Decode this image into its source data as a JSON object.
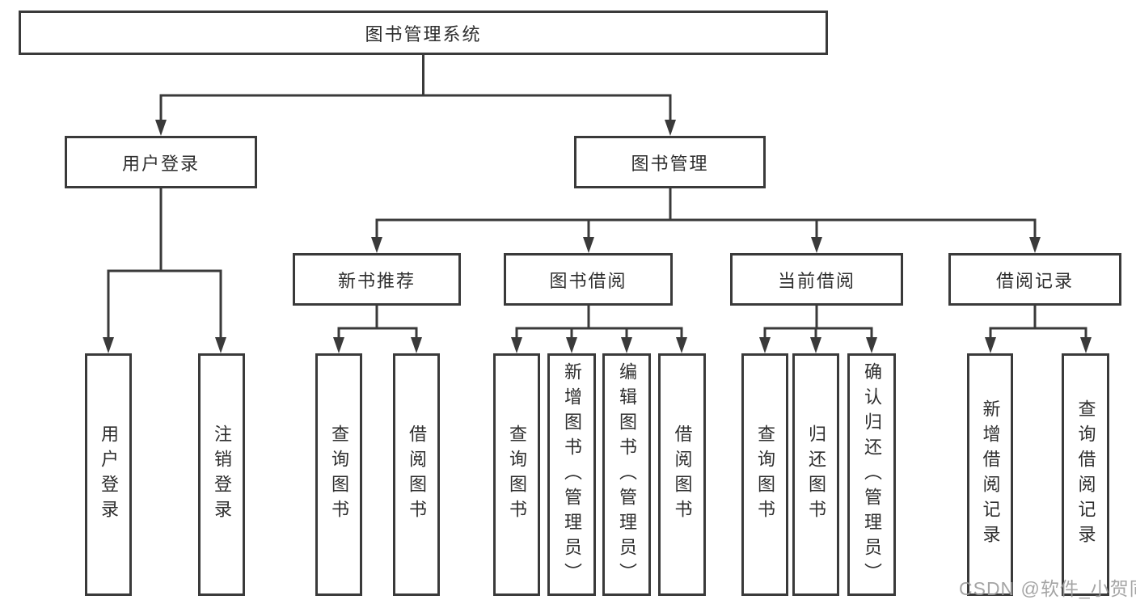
{
  "diagram": {
    "type": "tree",
    "title": "图书管理系统"
  },
  "colors": {
    "line": "#3a3a3a",
    "box_border": "#3a3a3a",
    "box_background": "#ffffff",
    "text": "#2e2e2e",
    "watermark": "#9c9c9c",
    "background": "#ffffff"
  },
  "watermark": "CSDN @软件_小贺同学",
  "nodes": {
    "root": "图书管理系统",
    "user_login": "用户登录",
    "book_management": "图书管理",
    "new_book_recommend": "新书推荐",
    "book_borrowing": "图书借阅",
    "current_borrowing": "当前借阅",
    "borrowing_records": "借阅记录",
    "leaf_user_login": "用户登录",
    "leaf_logout": "注销登录",
    "leaf_query_books_recommend": "查询图书",
    "leaf_borrow_books_recommend": "借阅图书",
    "leaf_query_books_borrowing": "查询图书",
    "leaf_add_books_admin": "新增图书（管理员）",
    "leaf_edit_books_admin": "编辑图书（管理员）",
    "leaf_borrow_books_borrowing": "借阅图书",
    "leaf_query_books_current": "查询图书",
    "leaf_return_books": "归还图书",
    "leaf_confirm_return_admin": "确认归还（管理员）",
    "leaf_add_borrow_record": "新增借阅记录",
    "leaf_query_borrow_record": "查询借阅记录"
  },
  "hierarchy": {
    "图书管理系统": [
      "用户登录",
      "图书管理"
    ],
    "用户登录": [
      "用户登录",
      "注销登录"
    ],
    "图书管理": [
      "新书推荐",
      "图书借阅",
      "当前借阅",
      "借阅记录"
    ],
    "新书推荐": [
      "查询图书",
      "借阅图书"
    ],
    "图书借阅": [
      "查询图书",
      "新增图书（管理员）",
      "编辑图书（管理员）",
      "借阅图书"
    ],
    "当前借阅": [
      "查询图书",
      "归还图书",
      "确认归还（管理员）"
    ],
    "借阅记录": [
      "新增借阅记录",
      "查询借阅记录"
    ]
  }
}
